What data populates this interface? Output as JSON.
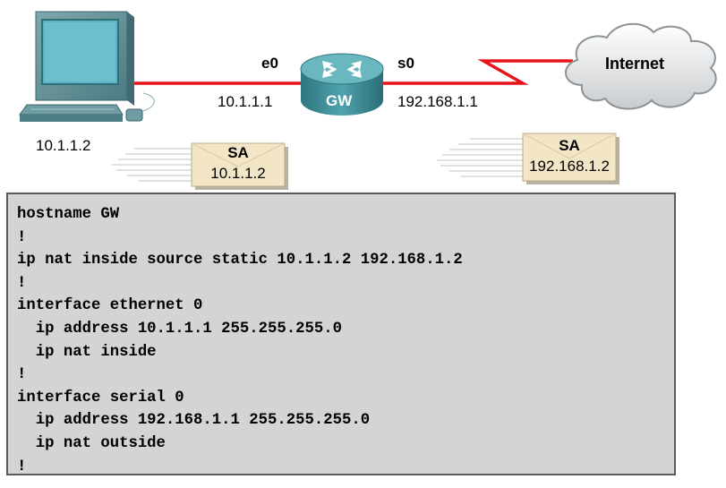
{
  "diagram": {
    "pc": {
      "ip": "10.1.1.2"
    },
    "router": {
      "label": "GW",
      "inside_interface": "e0",
      "inside_ip": "10.1.1.1",
      "outside_interface": "s0",
      "outside_ip": "192.168.1.1"
    },
    "cloud": {
      "label": "Internet"
    },
    "packets": [
      {
        "title": "SA",
        "address": "10.1.1.2"
      },
      {
        "title": "SA",
        "address": "192.168.1.2"
      }
    ],
    "colors": {
      "link": "#e8141c",
      "router": "#3f8e98",
      "screen": "#5fb3c2",
      "envelope": "#f2e6c6"
    }
  },
  "config": {
    "lines": [
      "hostname GW",
      "!",
      "ip nat inside source static 10.1.1.2 192.168.1.2",
      "!",
      "interface ethernet 0",
      "  ip address 10.1.1.1 255.255.255.0",
      "  ip nat inside",
      "!",
      "interface serial 0",
      "  ip address 192.168.1.1 255.255.255.0",
      "  ip nat outside",
      "!"
    ]
  }
}
